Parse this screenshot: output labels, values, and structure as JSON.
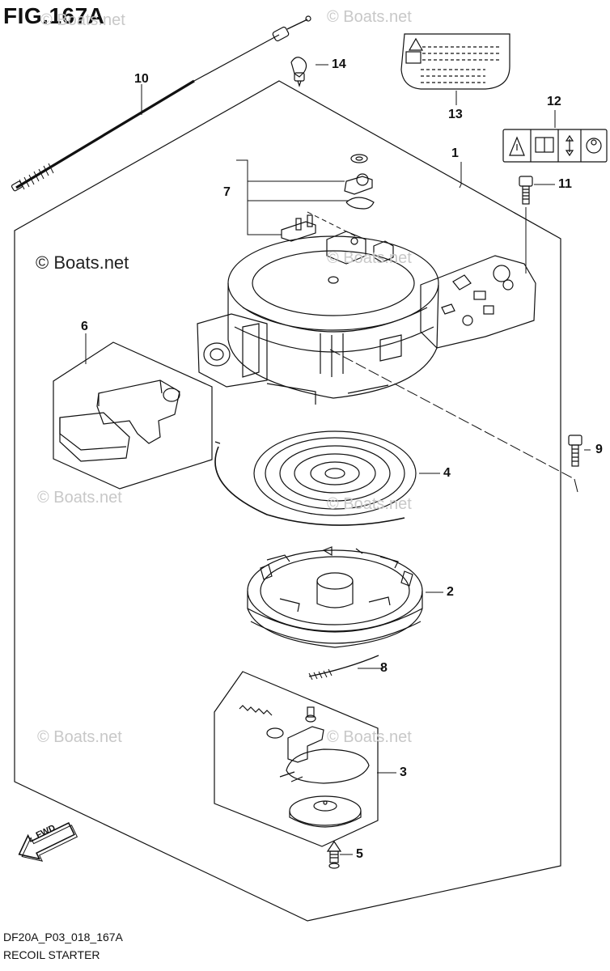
{
  "figure": {
    "title": "FIG.167A",
    "code": "DF20A_P03_018_167A",
    "name": "RECOIL STARTER"
  },
  "watermark": {
    "faint": "© Boats.net",
    "strong": "© Boats.net"
  },
  "callouts": [
    "1",
    "2",
    "3",
    "4",
    "5",
    "6",
    "7",
    "8",
    "9",
    "10",
    "11",
    "12",
    "13",
    "14"
  ],
  "direction_label": "FWD"
}
